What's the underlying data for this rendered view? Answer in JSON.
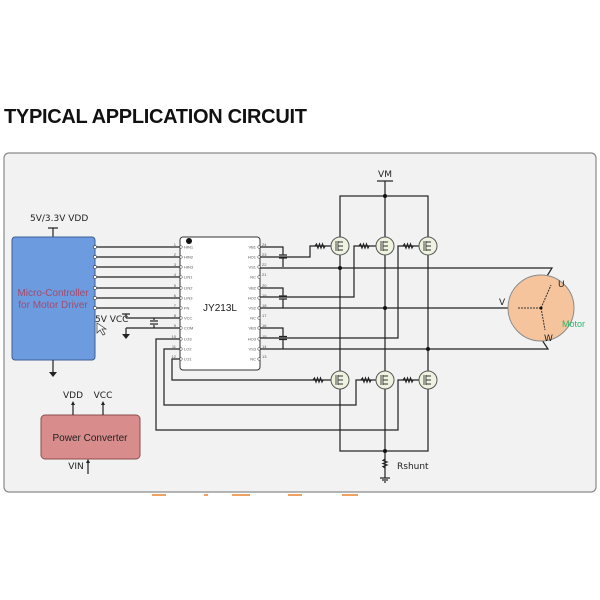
{
  "heading": "TYPICAL APPLICATION CIRCUIT",
  "mcu": {
    "line1": "Micro-Controller",
    "line2": "for Motor Driver",
    "vdd_label": "5V/3.3V VDD",
    "vcc_label": "5V VCC",
    "fill": "#6d9be0",
    "text_color": "#a44a6c"
  },
  "ic": {
    "name": "JY213L",
    "left_pins": [
      {
        "num": "1",
        "name": "HIN1"
      },
      {
        "num": "2",
        "name": "HIN2"
      },
      {
        "num": "3",
        "name": "HIN3"
      },
      {
        "num": "4",
        "name": "LIN1"
      },
      {
        "num": "5",
        "name": "LIN2"
      },
      {
        "num": "6",
        "name": "LIN3"
      },
      {
        "num": "7",
        "name": "FN"
      },
      {
        "num": "8",
        "name": "VCC"
      },
      {
        "num": "9",
        "name": "COM"
      },
      {
        "num": "10",
        "name": "LO3"
      },
      {
        "num": "11",
        "name": "LO2"
      },
      {
        "num": "12",
        "name": "LO1"
      }
    ],
    "right_pins": [
      {
        "num": "24",
        "name": "VB1"
      },
      {
        "num": "23",
        "name": "HO1"
      },
      {
        "num": "22",
        "name": "VS1"
      },
      {
        "num": "21",
        "name": "NC"
      },
      {
        "num": "20",
        "name": "VB2"
      },
      {
        "num": "19",
        "name": "HO2"
      },
      {
        "num": "18",
        "name": "VS2"
      },
      {
        "num": "17",
        "name": "NC"
      },
      {
        "num": "16",
        "name": "VB3"
      },
      {
        "num": "15",
        "name": "HO3"
      },
      {
        "num": "14",
        "name": "VS3"
      },
      {
        "num": "13",
        "name": "NC"
      }
    ]
  },
  "bridge": {
    "supply_label": "VM",
    "shunt_label": "Rshunt"
  },
  "motor": {
    "label": "Motor",
    "phase_u": "U",
    "phase_v": "V",
    "phase_w": "W",
    "fill": "#f5c49c",
    "label_color": "#2cb36a"
  },
  "power": {
    "label": "Power Converter",
    "out1": "VDD",
    "out2": "VCC",
    "input": "VIN",
    "fill": "#d98c8c"
  }
}
